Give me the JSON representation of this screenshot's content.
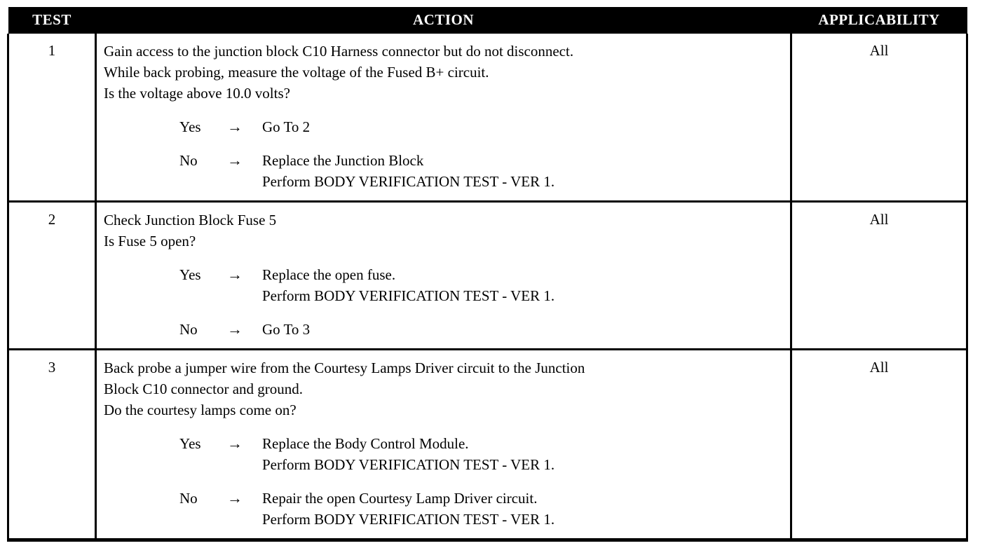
{
  "table": {
    "headers": {
      "test": "TEST",
      "action": "ACTION",
      "applicability": "APPLICABILITY"
    },
    "arrow_glyph": "→",
    "rows": [
      {
        "test": "1",
        "applicability": "All",
        "statement": [
          "Gain access to the junction block C10 Harness connector but do not disconnect.",
          "While back probing, measure the voltage of the Fused B+ circuit.",
          "Is the voltage above 10.0 volts?"
        ],
        "branches": [
          {
            "label": "Yes",
            "lines": [
              "Go To   2"
            ]
          },
          {
            "label": "No",
            "lines": [
              "Replace the Junction Block",
              "Perform BODY VERIFICATION TEST - VER 1."
            ]
          }
        ]
      },
      {
        "test": "2",
        "applicability": "All",
        "statement": [
          "Check Junction Block Fuse 5",
          "Is Fuse 5 open?"
        ],
        "branches": [
          {
            "label": "Yes",
            "lines": [
              "Replace the open fuse.",
              "Perform BODY VERIFICATION TEST - VER 1."
            ]
          },
          {
            "label": "No",
            "lines": [
              "Go To   3"
            ]
          }
        ]
      },
      {
        "test": "3",
        "applicability": "All",
        "statement": [
          "Back probe a jumper wire from the Courtesy Lamps Driver circuit to the Junction",
          "Block C10 connector and ground.",
          "Do the courtesy lamps come on?"
        ],
        "branches": [
          {
            "label": "Yes",
            "lines": [
              "Replace the Body Control Module.",
              "Perform BODY VERIFICATION TEST - VER 1."
            ]
          },
          {
            "label": "No",
            "lines": [
              "Repair the open Courtesy Lamp Driver circuit.",
              "Perform BODY VERIFICATION TEST - VER 1."
            ]
          }
        ]
      }
    ]
  },
  "colors": {
    "header_background": "#000000",
    "header_text": "#ffffff",
    "body_background": "#ffffff",
    "body_text": "#000000",
    "border": "#000000"
  }
}
